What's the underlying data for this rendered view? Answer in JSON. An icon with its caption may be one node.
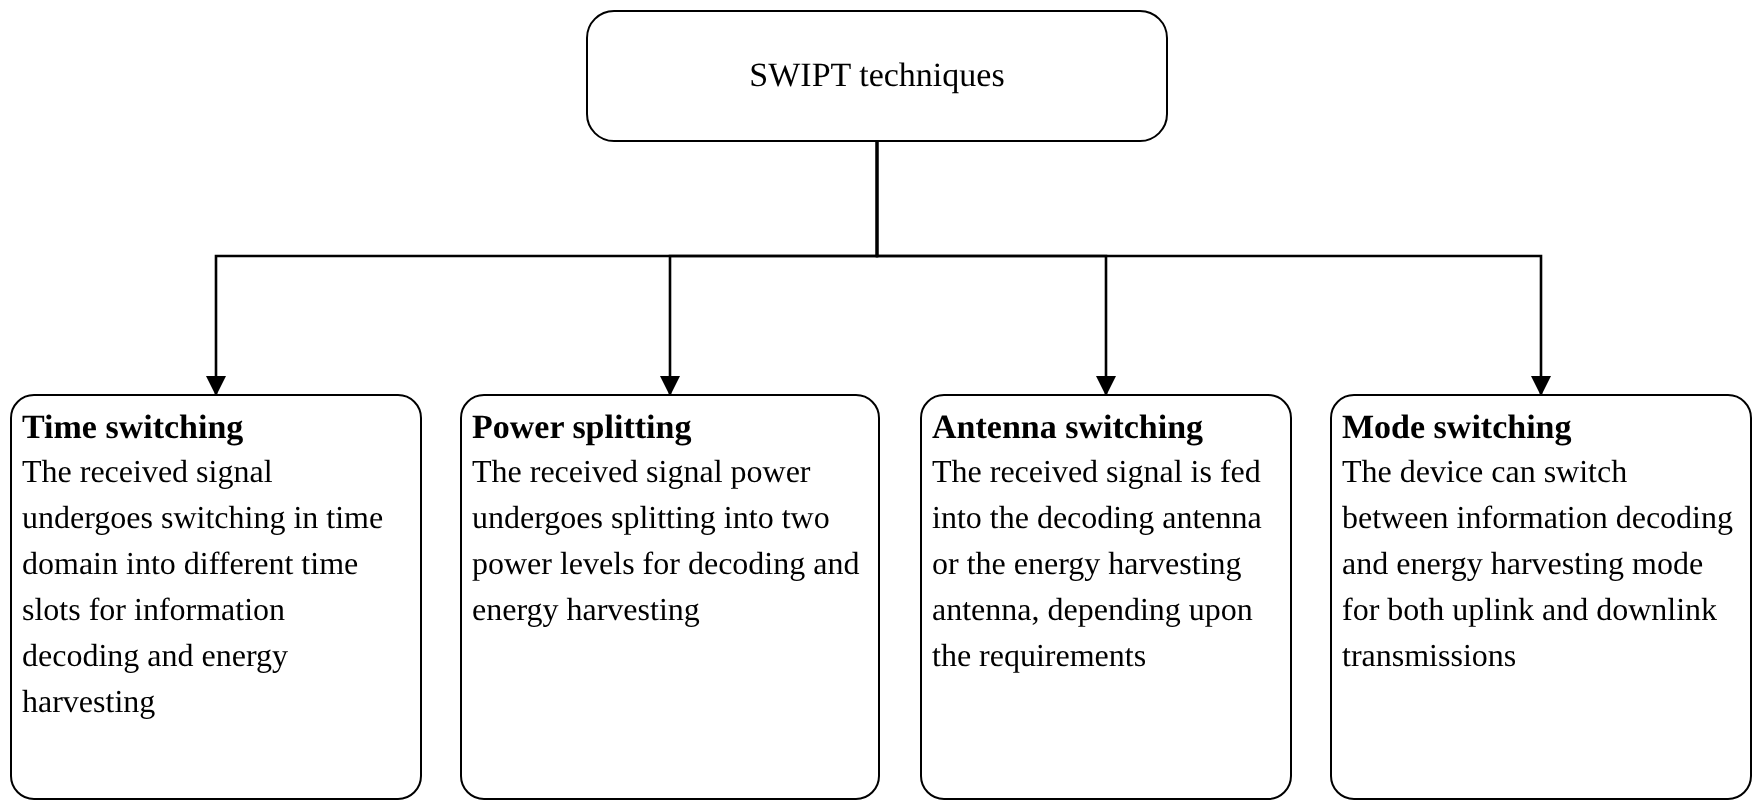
{
  "diagram": {
    "nodes": [
      {
        "text": [
          "SWIPT techniques"
        ]
      },
      {
        "text": [
          "Time switching",
          "The received signal undergoes switching in time domain into different time slots for information decoding and energy harvesting"
        ]
      },
      {
        "text": [
          "Power splitting",
          "The received signal power undergoes splitting into two power levels for decoding and energy harvesting"
        ]
      },
      {
        "text": [
          "Antenna switching",
          "The received signal is fed into the decoding antenna or the energy harvesting antenna, depending upon the requirements"
        ]
      },
      {
        "text": [
          "Mode switching",
          "The device can switch between information decoding and energy harvesting mode for both uplink and downlink transmissions"
        ]
      }
    ],
    "edges": [
      {
        "from": 0,
        "to": 1,
        "arrow": "to"
      },
      {
        "from": 0,
        "to": 2,
        "arrow": "to"
      },
      {
        "from": 0,
        "to": 3,
        "arrow": "to"
      },
      {
        "from": 0,
        "to": 4,
        "arrow": "to"
      }
    ]
  }
}
